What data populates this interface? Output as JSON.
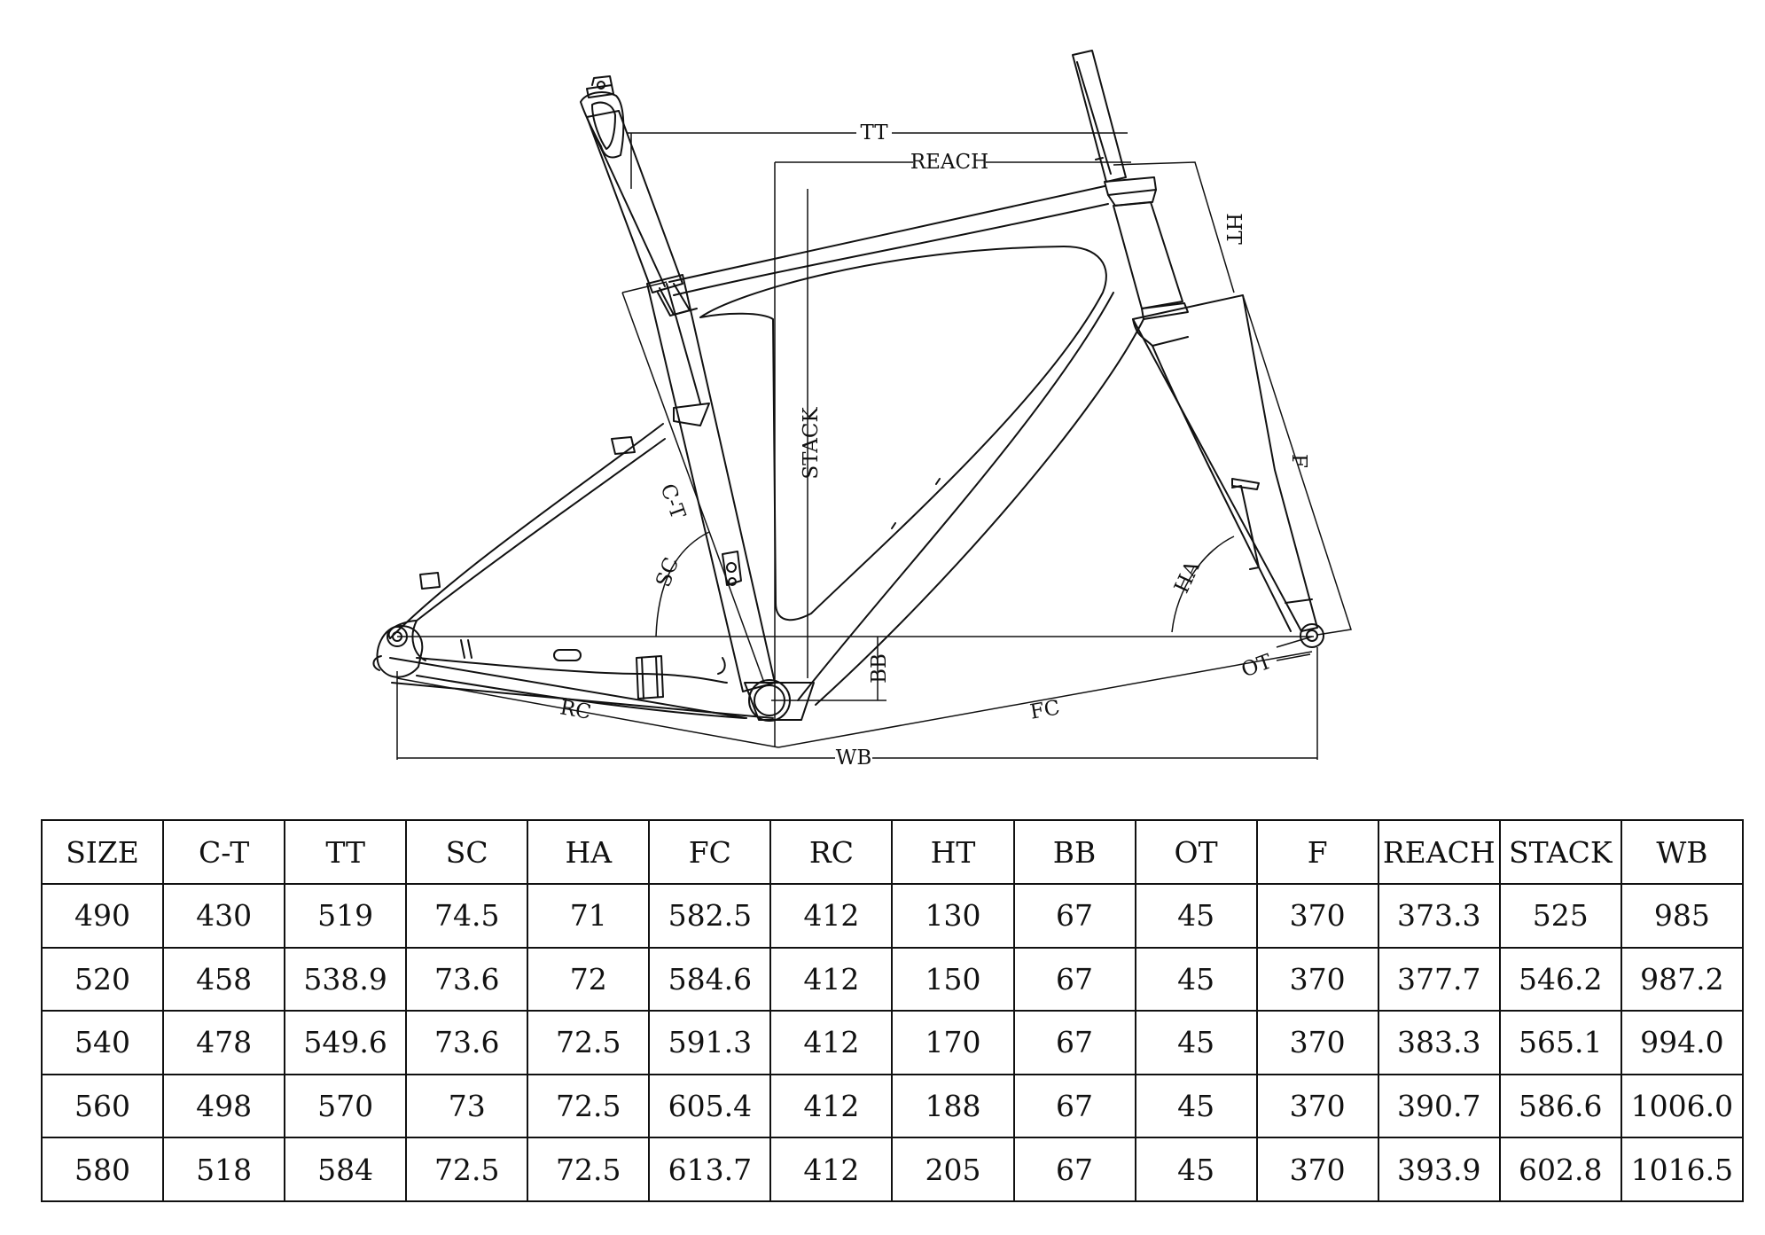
{
  "dimension_labels": {
    "tt": "TT",
    "reach": "REACH",
    "ht": "HT",
    "stack": "STACK",
    "f": "F",
    "ct": "C-T",
    "sc": "SC",
    "ha": "HA",
    "bb": "BB",
    "ot": "OT",
    "rc": "RC",
    "fc": "FC",
    "wb": "WB"
  },
  "table": {
    "headers": [
      "SIZE",
      "C-T",
      "TT",
      "SC",
      "HA",
      "FC",
      "RC",
      "HT",
      "BB",
      "OT",
      "F",
      "REACH",
      "STACK",
      "WB"
    ],
    "rows": [
      [
        "490",
        "430",
        "519",
        "74.5",
        "71",
        "582.5",
        "412",
        "130",
        "67",
        "45",
        "370",
        "373.3",
        "525",
        "985"
      ],
      [
        "520",
        "458",
        "538.9",
        "73.6",
        "72",
        "584.6",
        "412",
        "150",
        "67",
        "45",
        "370",
        "377.7",
        "546.2",
        "987.2"
      ],
      [
        "540",
        "478",
        "549.6",
        "73.6",
        "72.5",
        "591.3",
        "412",
        "170",
        "67",
        "45",
        "370",
        "383.3",
        "565.1",
        "994.0"
      ],
      [
        "560",
        "498",
        "570",
        "73",
        "72.5",
        "605.4",
        "412",
        "188",
        "67",
        "45",
        "370",
        "390.7",
        "586.6",
        "1006.0"
      ],
      [
        "580",
        "518",
        "584",
        "72.5",
        "72.5",
        "613.7",
        "412",
        "205",
        "67",
        "45",
        "370",
        "393.9",
        "602.8",
        "1016.5"
      ]
    ]
  },
  "colors": {
    "line": "#111111",
    "background": "#ffffff"
  }
}
